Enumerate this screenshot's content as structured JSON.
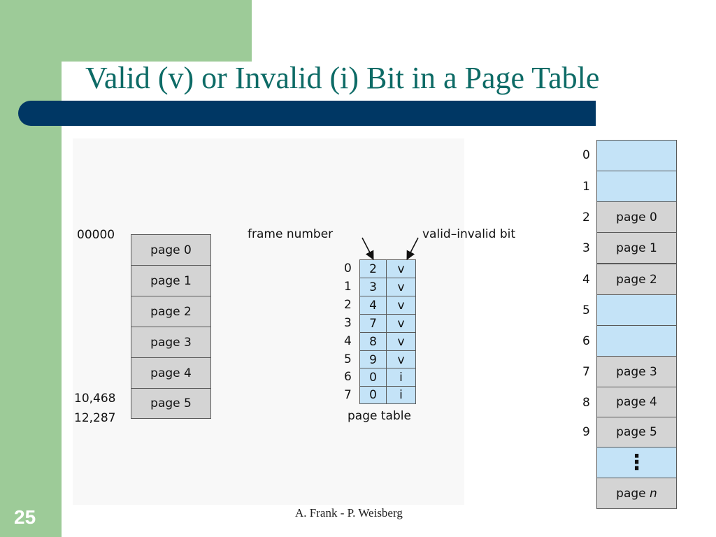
{
  "slide": {
    "title": "Valid (v) or Invalid (i) Bit in a Page Table",
    "number": "25",
    "footer": "A. Frank - P. Weisberg"
  },
  "logical_memory": {
    "start_address": "00000",
    "pages": [
      "page 0",
      "page 1",
      "page 2",
      "page 3",
      "page 4",
      "page 5"
    ],
    "address_labels": [
      "10,468",
      "12,287"
    ]
  },
  "page_table": {
    "caption": "page table",
    "frame_header": "frame number",
    "valid_header": "valid–invalid bit",
    "rows": [
      {
        "index": "0",
        "frame": "2",
        "bit": "v"
      },
      {
        "index": "1",
        "frame": "3",
        "bit": "v"
      },
      {
        "index": "2",
        "frame": "4",
        "bit": "v"
      },
      {
        "index": "3",
        "frame": "7",
        "bit": "v"
      },
      {
        "index": "4",
        "frame": "8",
        "bit": "v"
      },
      {
        "index": "5",
        "frame": "9",
        "bit": "v"
      },
      {
        "index": "6",
        "frame": "0",
        "bit": "i"
      },
      {
        "index": "7",
        "frame": "0",
        "bit": "i"
      }
    ]
  },
  "physical_memory": {
    "frames": [
      {
        "index": "0",
        "label": "",
        "filled": false
      },
      {
        "index": "1",
        "label": "",
        "filled": false
      },
      {
        "index": "2",
        "label": "page 0",
        "filled": true
      },
      {
        "index": "3",
        "label": "page 1",
        "filled": true
      },
      {
        "index": "4",
        "label": "page 2",
        "filled": true
      },
      {
        "index": "5",
        "label": "",
        "filled": false
      },
      {
        "index": "6",
        "label": "",
        "filled": false
      },
      {
        "index": "7",
        "label": "page 3",
        "filled": true
      },
      {
        "index": "8",
        "label": "page 4",
        "filled": true
      },
      {
        "index": "9",
        "label": "page 5",
        "filled": true
      }
    ],
    "ellipsis": "⋮",
    "last_frame": {
      "prefix": "page ",
      "suffix": "n"
    }
  },
  "colors": {
    "green": "#9dcb98",
    "title_bar": "#003764",
    "title_text": "#0d6b66",
    "page_gray": "#d4d4d4",
    "frame_blue": "#c4e3f7"
  }
}
